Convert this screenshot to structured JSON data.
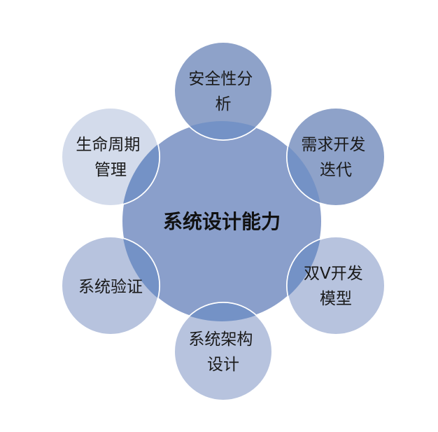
{
  "center": {
    "label": "系统设计能力"
  },
  "satellites": [
    {
      "id": "safety",
      "lines": [
        "安全性分",
        "析"
      ],
      "color": "#8ea2c9"
    },
    {
      "id": "requirements",
      "lines": [
        "需求开发",
        "迭代"
      ],
      "color": "#8ea2c9"
    },
    {
      "id": "v-model",
      "lines": [
        "双V开发",
        "模型"
      ],
      "color": "#b7c3de"
    },
    {
      "id": "architecture",
      "lines": [
        "系统架构",
        "设计"
      ],
      "color": "#b7c3de"
    },
    {
      "id": "verification",
      "lines": [
        "系统验证"
      ],
      "color": "#b7c3de"
    },
    {
      "id": "lifecycle",
      "lines": [
        "生命周期",
        "管理"
      ],
      "color": "#d3dbeb"
    }
  ],
  "colors": {
    "center": "#8a9fcb",
    "overlap": "#7492c6",
    "stroke": "#ffffff"
  }
}
